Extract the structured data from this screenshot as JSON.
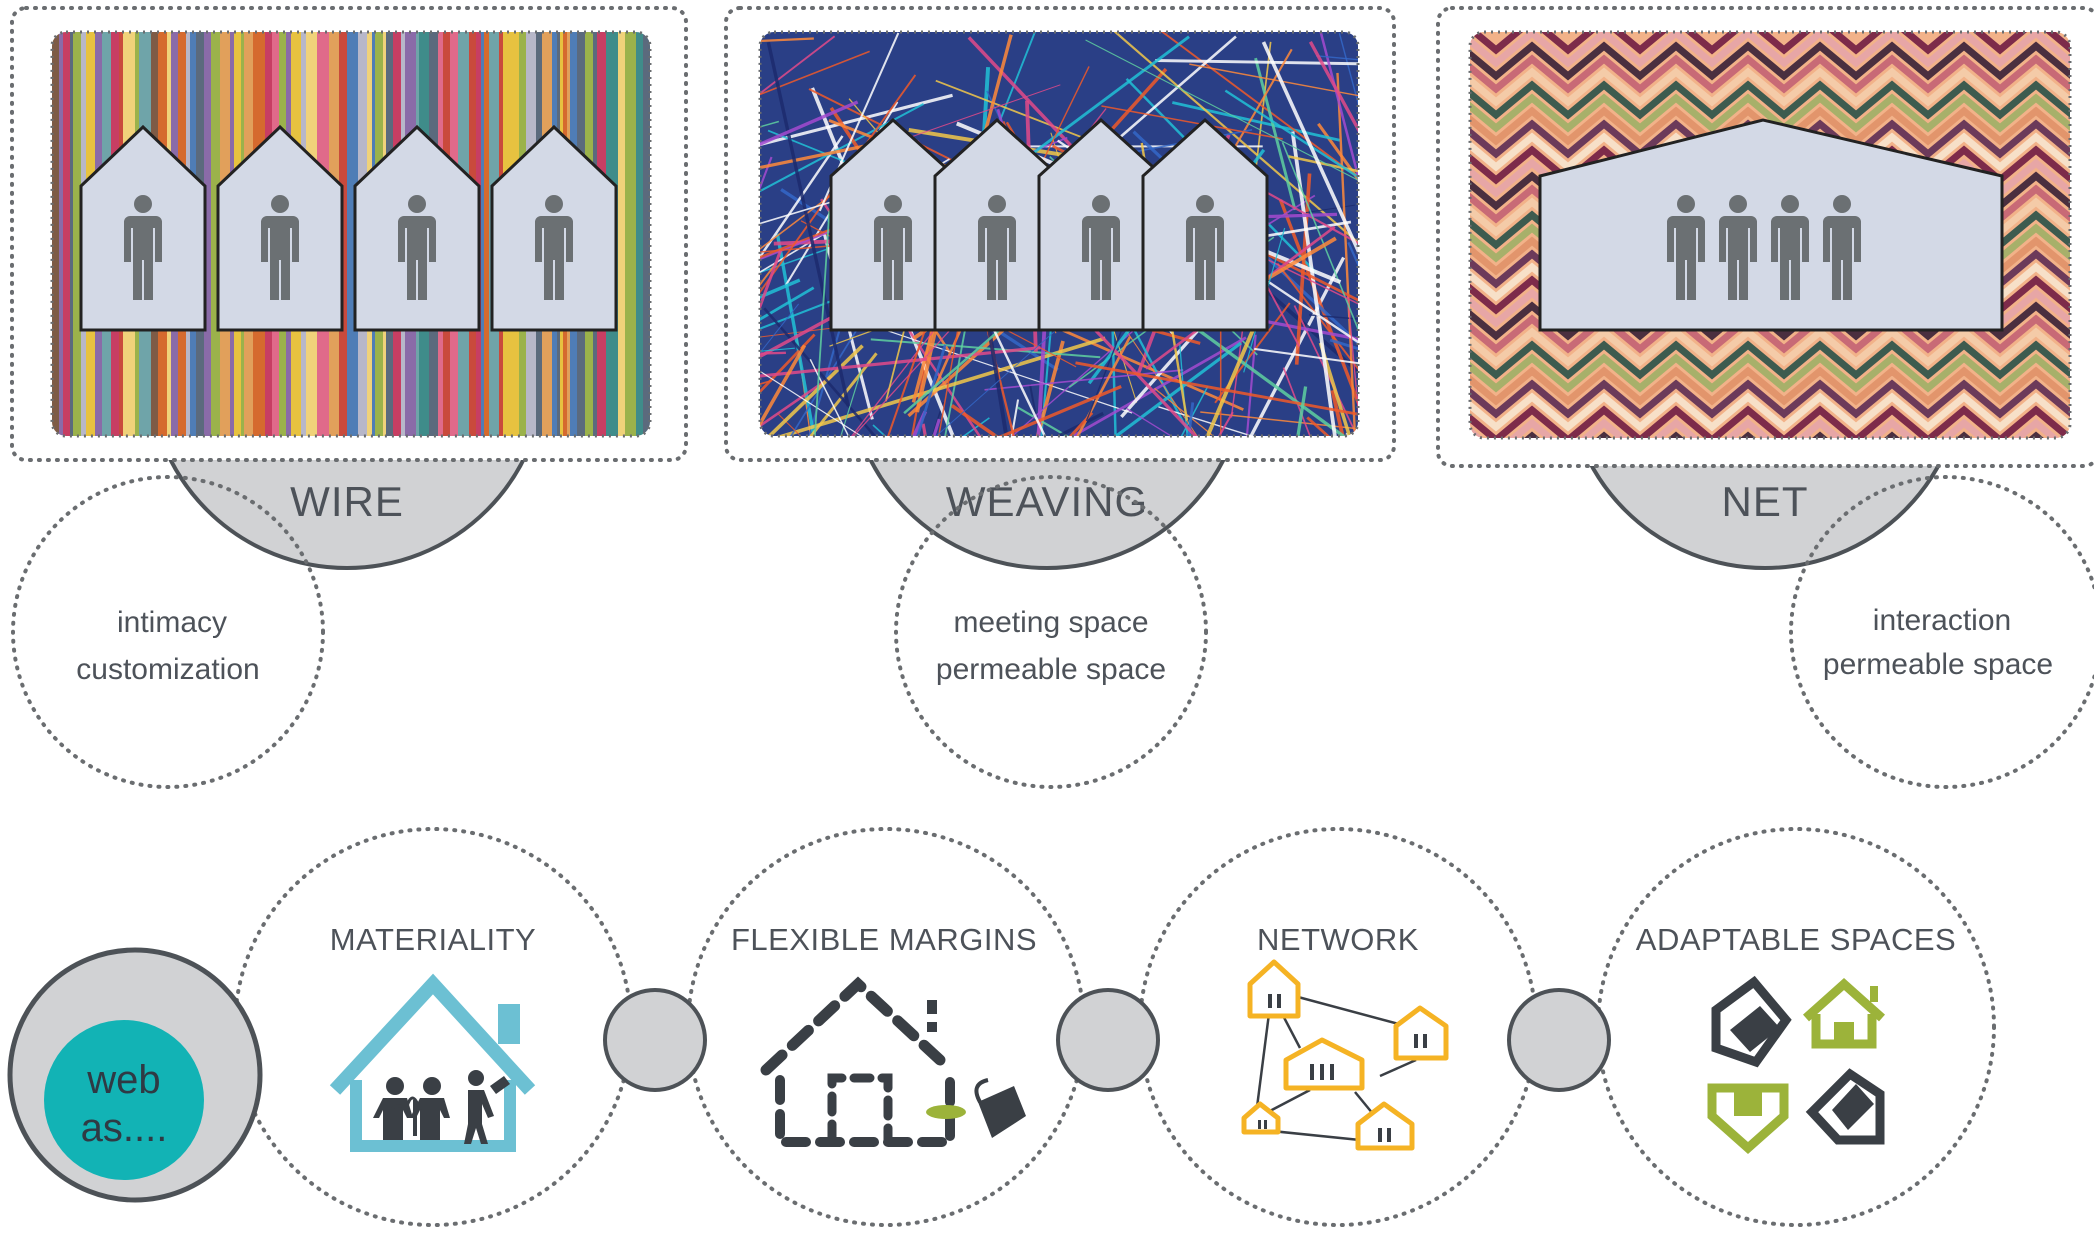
{
  "colors": {
    "house_fill": "#d3d9e6",
    "figure": "#6b7073",
    "semicircle": "#d1d2d4",
    "dots": "#6a6d70",
    "text": "#4d5259",
    "teal": "#12b3b5",
    "light_blue": "#6cc0d3",
    "yellow": "#f5b324",
    "green": "#9cb33a",
    "dark_icon": "#3a3f45"
  },
  "panels": [
    {
      "title": "WIRE",
      "desc_line1": "intimacy",
      "desc_line2": "customization",
      "texture": "vertical-stripes-texture"
    },
    {
      "title": "WEAVING",
      "desc_line1": "meeting space",
      "desc_line2": "permeable space",
      "texture": "woven-threads-texture"
    },
    {
      "title": "NET",
      "desc_line1": "interaction",
      "desc_line2": "permeable space",
      "texture": "zigzag-chevron-texture"
    }
  ],
  "web": {
    "line1": "web",
    "line2": "as...."
  },
  "features": [
    {
      "title": "MATERIALITY",
      "icon": "house-people-building-icon"
    },
    {
      "title": "FLEXIBLE MARGINS",
      "icon": "dashed-house-paint-bucket-icon"
    },
    {
      "title": "NETWORK",
      "icon": "network-of-houses-icon"
    },
    {
      "title": "ADAPTABLE SPACES",
      "icon": "adaptable-houses-icon"
    }
  ]
}
